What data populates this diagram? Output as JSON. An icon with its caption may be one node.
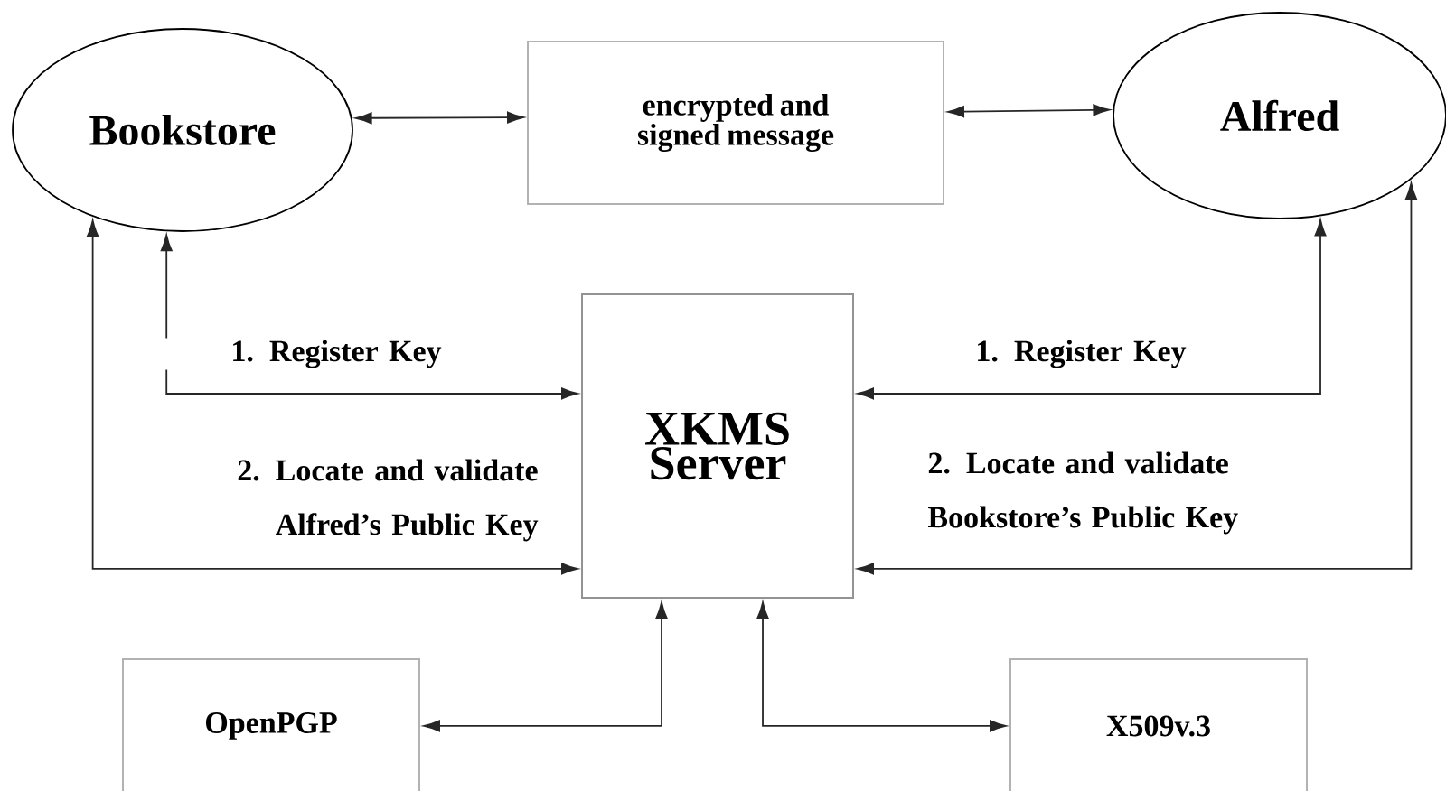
{
  "diagram": {
    "nodes": [
      {
        "text": [
          "Bookstore"
        ]
      },
      {
        "text": [
          "encrypted and signed message"
        ]
      },
      {
        "text": [
          "Alfred"
        ]
      },
      {
        "text": [
          "XKMS Server"
        ]
      },
      {
        "text": [
          "OpenPGP"
        ]
      },
      {
        "text": [
          "X509v.3"
        ]
      }
    ],
    "edges": [
      {
        "from": 0,
        "to": 1,
        "arrow": "both"
      },
      {
        "from": 1,
        "to": 2,
        "arrow": "both"
      },
      {
        "from": 0,
        "to": 3,
        "arrow": "both",
        "label": "1. Register Key"
      },
      {
        "from": 0,
        "to": 3,
        "arrow": "both",
        "label": "2. Locate and validate Alfred’s Public Key"
      },
      {
        "from": 2,
        "to": 3,
        "arrow": "both",
        "label": "1. Register Key"
      },
      {
        "from": 2,
        "to": 3,
        "arrow": "both",
        "label": "2. Locate and validate Bookstore’s Public Key"
      },
      {
        "from": 3,
        "to": 4,
        "arrow": "both"
      },
      {
        "from": 3,
        "to": 5,
        "arrow": "both"
      }
    ]
  }
}
